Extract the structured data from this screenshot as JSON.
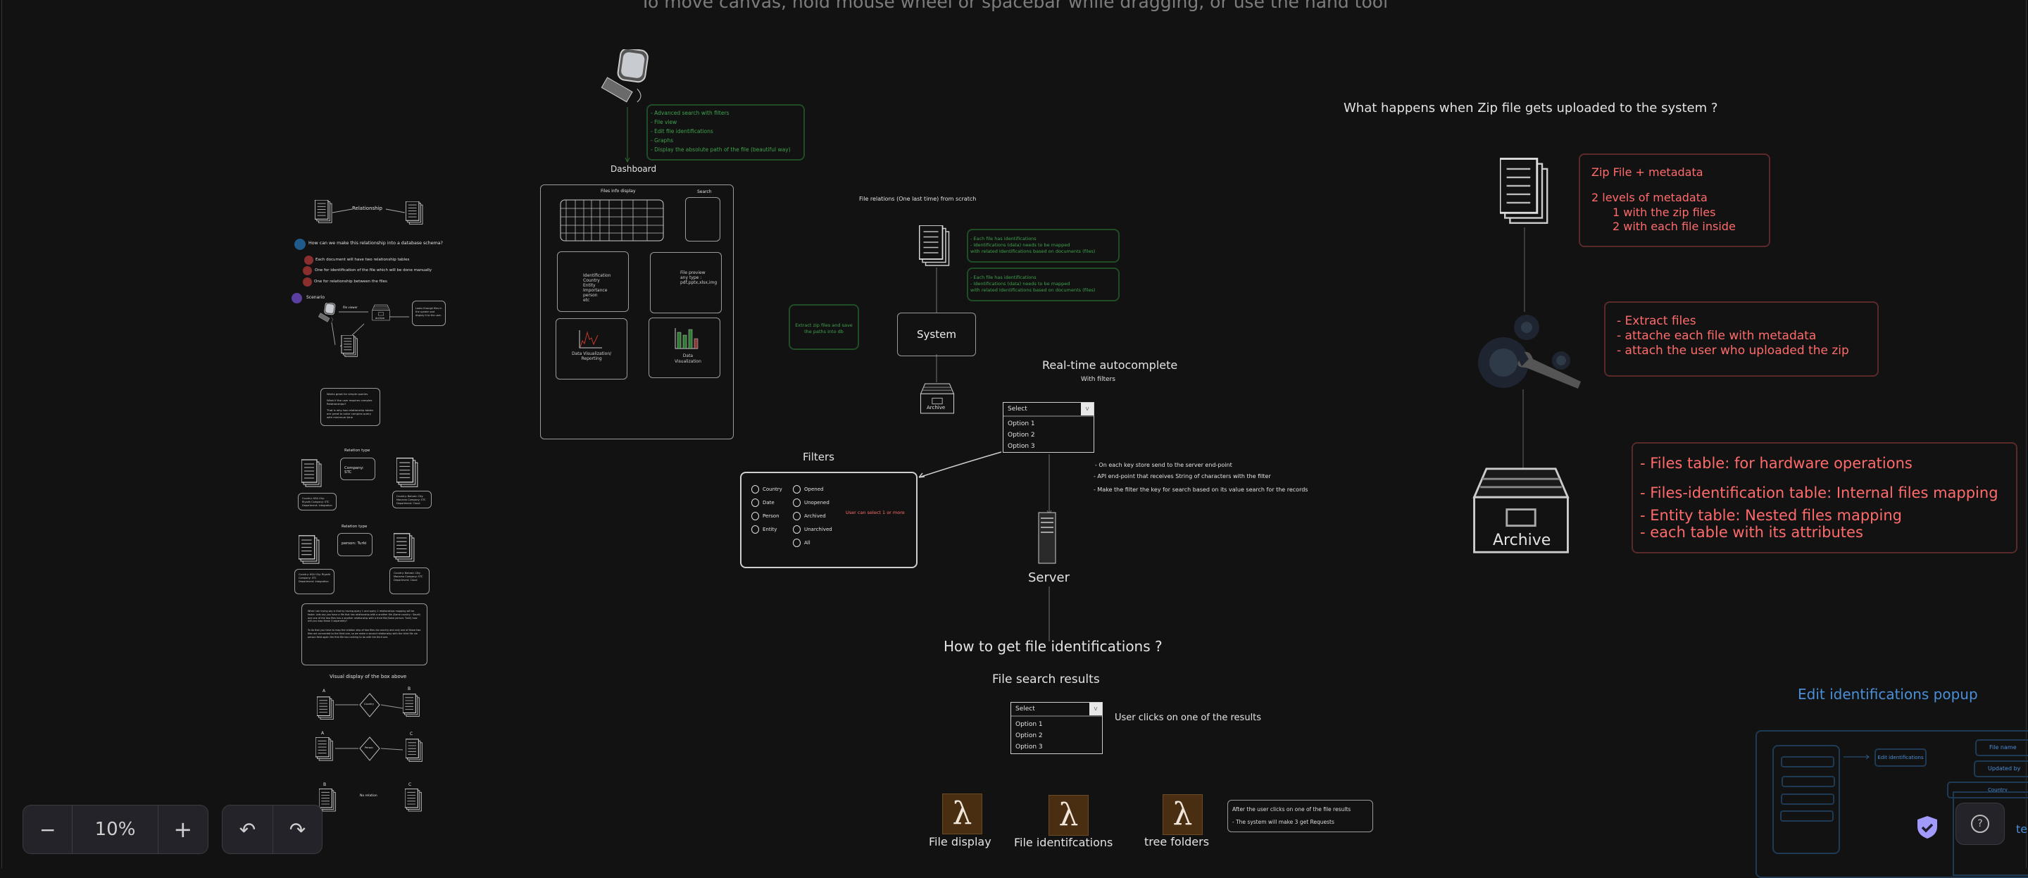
{
  "hint": "To move canvas, hold mouse wheel or spacebar while dragging, or use the hand tool",
  "colors": {
    "background": "#121212",
    "green": "#3fa34d",
    "red": "#ff6b6b",
    "blue": "#4a8fd8",
    "shield": "#a29bfe"
  },
  "dashboard": {
    "features": [
      "- Advanced search with filters",
      "- File view",
      "- Edit file identifications",
      "- Graphs",
      "- Display the absolute path of the file (beautiful way)"
    ],
    "label": "Dashboard",
    "files_info_display": "Files info display",
    "search": "Search",
    "identification_lines": [
      "Identification",
      "Country",
      "Entity",
      "Importance",
      "person",
      "etc"
    ],
    "file_preview_lines": [
      "File preview",
      "any type :",
      "pdf,pptx,xlsx,img"
    ],
    "data_viz_reporting": [
      "Data Visualization/",
      "Reporting"
    ],
    "data_viz": [
      "Data",
      "Visualization"
    ]
  },
  "relations": {
    "title": "File relations (One last time) from scratch",
    "note1": [
      "- Each file has identifications",
      "- Identifications (data) needs to be mapped",
      "with related Identifications based on documents (files)"
    ],
    "note2": [
      "- Each file has identifications",
      "- Identifications (data) needs to be mapped",
      "with related Identifications based on documents (files)"
    ],
    "extract_note": [
      "Extract zip files and save",
      "the paths into db"
    ],
    "system": "System",
    "archive": "Archive"
  },
  "autocomplete": {
    "title": "Real-time autocomplete",
    "subtitle": "With filters",
    "select": {
      "placeholder": "Select",
      "options": [
        "Option 1",
        "Option 2",
        "Option 3"
      ]
    },
    "notes": [
      "- On each key store send to the server end-point",
      "- API end-point that receives String of characters with the filter",
      "- Make the filter the key for search based on its value search for the records"
    ],
    "server": "Server"
  },
  "filters": {
    "title": "Filters",
    "col1": [
      "Country",
      "Date",
      "Person",
      "Entity"
    ],
    "col2": [
      "Opened",
      "Unopened",
      "Archived",
      "Unarchived",
      "All"
    ],
    "note": "User can select 1 or more"
  },
  "identifications": {
    "title": "How to get file identifications ?",
    "subtitle": "File search results",
    "select": {
      "placeholder": "Select",
      "options": [
        "Option 1",
        "Option 2",
        "Option 3"
      ]
    },
    "note": "User clicks on one of the results",
    "lambdas": [
      "File display",
      "File identifcations",
      "tree folders"
    ],
    "after_note": [
      "After the user clicks on one of the file results",
      "- The system will make 3 get Requests"
    ]
  },
  "zip": {
    "title": "What happens when Zip file gets uploaded to the system ?",
    "metadata": [
      "Zip File + metadata",
      "2 levels of metadata",
      "1 with the zip files",
      "2 with each file inside"
    ],
    "steps": [
      "- Extract files",
      "- attache each file with metadata",
      "- attach the user who uploaded the zip"
    ],
    "archive": "Archive",
    "tables": [
      "- Files table: for hardware operations",
      "- Files-identification table: Internal files mapping",
      "- Entity table: Nested files mapping",
      "- each table with its attributes"
    ]
  },
  "popup": {
    "title": "Edit identifications popup",
    "edit_button": "Edit identifications",
    "fields": [
      "File name",
      "Updated by",
      "Country"
    ],
    "partial_text": "te"
  },
  "left": {
    "relationship": "Relationship",
    "question": "How can we make this relationship into a database schema?",
    "points": [
      "Each document will have two relationship tables",
      "One for identification of the file which will be done manually",
      "One for relationship between the files"
    ],
    "scenario": "Scenario",
    "file_viewer": "file viewer",
    "archive": "Archive",
    "looks_note": "Looks through files in the system and display it to the user.",
    "works_note": [
      "Works great for simple queries",
      "What if the user requires complex Relationships?",
      "That is why two relationship tables are great to solve complex query with minimum time"
    ],
    "relation_type": "Relation type",
    "company": "Company: STC",
    "person": "person: Turki",
    "info_a": "Country: KSA City: Riyadh Company: STC Department: Integration",
    "info_b": "Country: Bahrain City: Manama Company: STC Department: Cloud",
    "long_note": [
      "What I am trying say is that by having query 1 and query 2 relationships mapping will be faster. Lets say you have a file that has relationship with a another file (Same country : Saudi) and one of the two files has a another relationship with a third file(Same person: Turki) how will you map those 3 separately?",
      "To do that you have to map the relation ship of two files via country and only one of those two files are connected to the third one, so we make a second relationship with the third file via person field again the first file has nothing to do with the third one."
    ],
    "visual_title": "Visual display of the box above",
    "letters": [
      "A",
      "B",
      "A",
      "C",
      "B",
      "C"
    ],
    "diamonds": [
      "Country",
      "Person"
    ],
    "no_relation": "No relation"
  },
  "controls": {
    "zoom": "10%",
    "zoom_out": "−",
    "zoom_in": "+",
    "undo": "↶",
    "redo": "↷",
    "help": "?"
  }
}
